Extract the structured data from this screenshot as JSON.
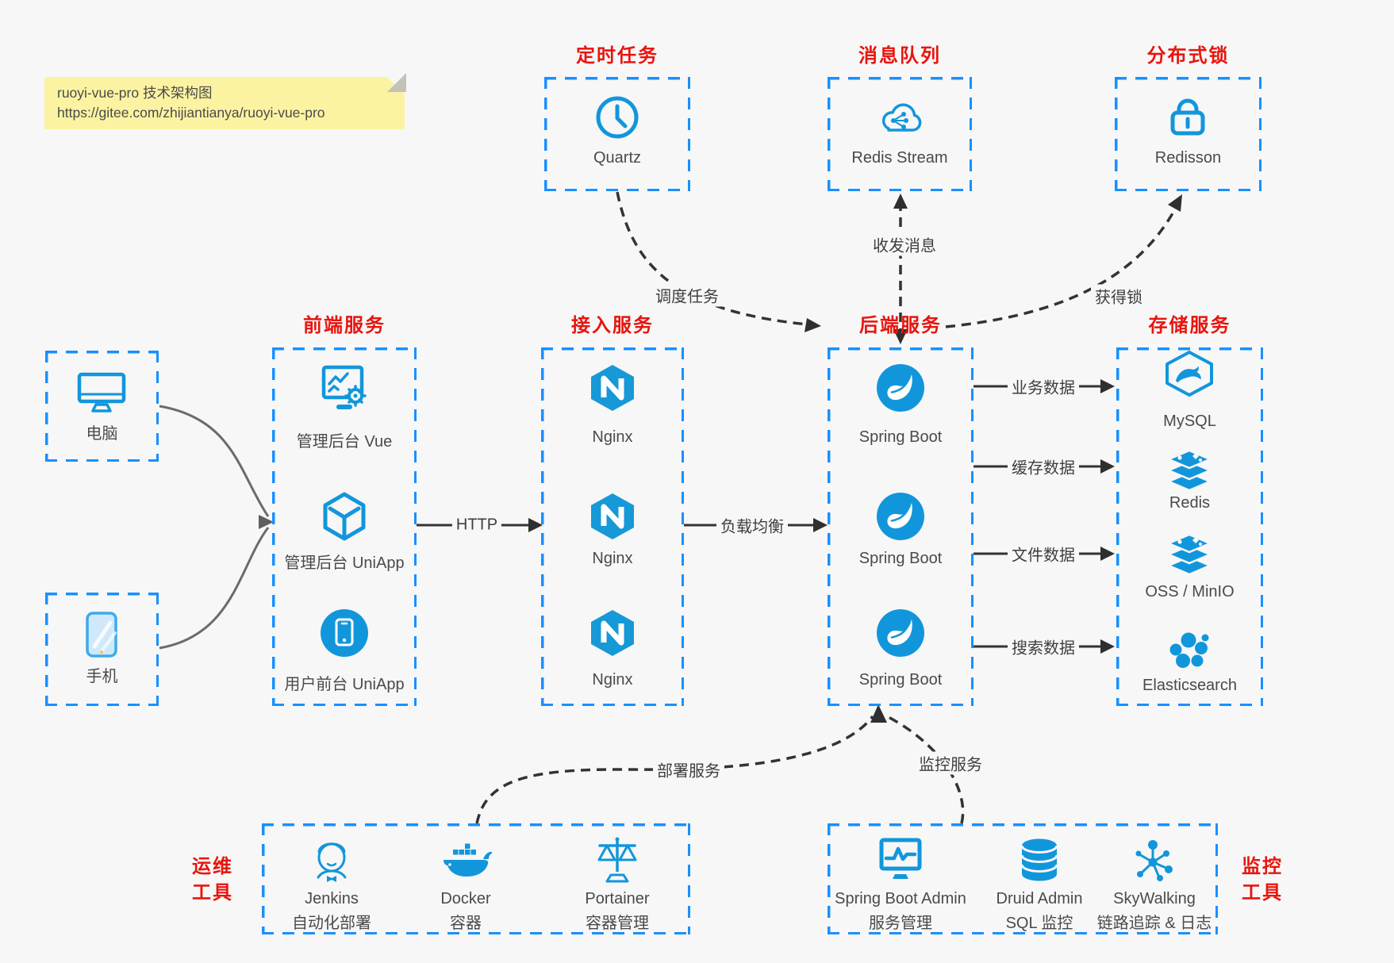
{
  "note": {
    "line1": "ruoyi-vue-pro 技术架构图",
    "line2": "https://gitee.com/zhijiantianya/ruoyi-vue-pro"
  },
  "colors": {
    "box_border_blue": "#1890ff",
    "icon_blue": "#1296db",
    "title_red": "#e8150e",
    "note_yellow": "#fcf3a2",
    "arrow_dark": "#333333",
    "arrow_gray": "#6b6b6b",
    "background": "#f7f7f7"
  },
  "top_services": [
    {
      "title": "定时任务",
      "icon": "clock-icon",
      "label": "Quartz"
    },
    {
      "title": "消息队列",
      "icon": "cloud-share-icon",
      "label": "Redis Stream"
    },
    {
      "title": "分布式锁",
      "icon": "lock-icon",
      "label": "Redisson"
    }
  ],
  "clients": [
    {
      "icon": "desktop-icon",
      "label": "电脑"
    },
    {
      "icon": "phone-icon",
      "label": "手机"
    }
  ],
  "columns": {
    "frontend": {
      "title": "前端服务",
      "items": [
        {
          "label": "管理后台 Vue"
        },
        {
          "label": "管理后台 UniApp"
        },
        {
          "label": "用户前台 UniApp"
        }
      ]
    },
    "gateway": {
      "title": "接入服务",
      "items": [
        {
          "label": "Nginx"
        },
        {
          "label": "Nginx"
        },
        {
          "label": "Nginx"
        }
      ]
    },
    "backend": {
      "title": "后端服务",
      "items": [
        {
          "label": "Spring Boot"
        },
        {
          "label": "Spring Boot"
        },
        {
          "label": "Spring Boot"
        }
      ]
    },
    "storage": {
      "title": "存储服务",
      "items": [
        {
          "label": "MySQL"
        },
        {
          "label": "Redis"
        },
        {
          "label": "OSS / MinIO"
        },
        {
          "label": "Elasticsearch"
        }
      ]
    }
  },
  "edges": {
    "http": "HTTP",
    "load_balance": "负载均衡",
    "schedule": "调度任务",
    "message": "收发消息",
    "lock": "获得锁",
    "business_data": "业务数据",
    "cache_data": "缓存数据",
    "file_data": "文件数据",
    "search_data": "搜索数据",
    "deploy": "部署服务",
    "monitor": "监控服务"
  },
  "ops_tools": {
    "title_line1": "运维",
    "title_line2": "工具",
    "items": [
      {
        "name": "Jenkins",
        "desc": "自动化部署"
      },
      {
        "name": "Docker",
        "desc": "容器"
      },
      {
        "name": "Portainer",
        "desc": "容器管理"
      }
    ]
  },
  "monitor_tools": {
    "title_line1": "监控",
    "title_line2": "工具",
    "items": [
      {
        "name": "Spring Boot Admin",
        "desc": "服务管理"
      },
      {
        "name": "Druid Admin",
        "desc": "SQL 监控"
      },
      {
        "name": "SkyWalking",
        "desc": "链路追踪 & 日志"
      }
    ]
  }
}
